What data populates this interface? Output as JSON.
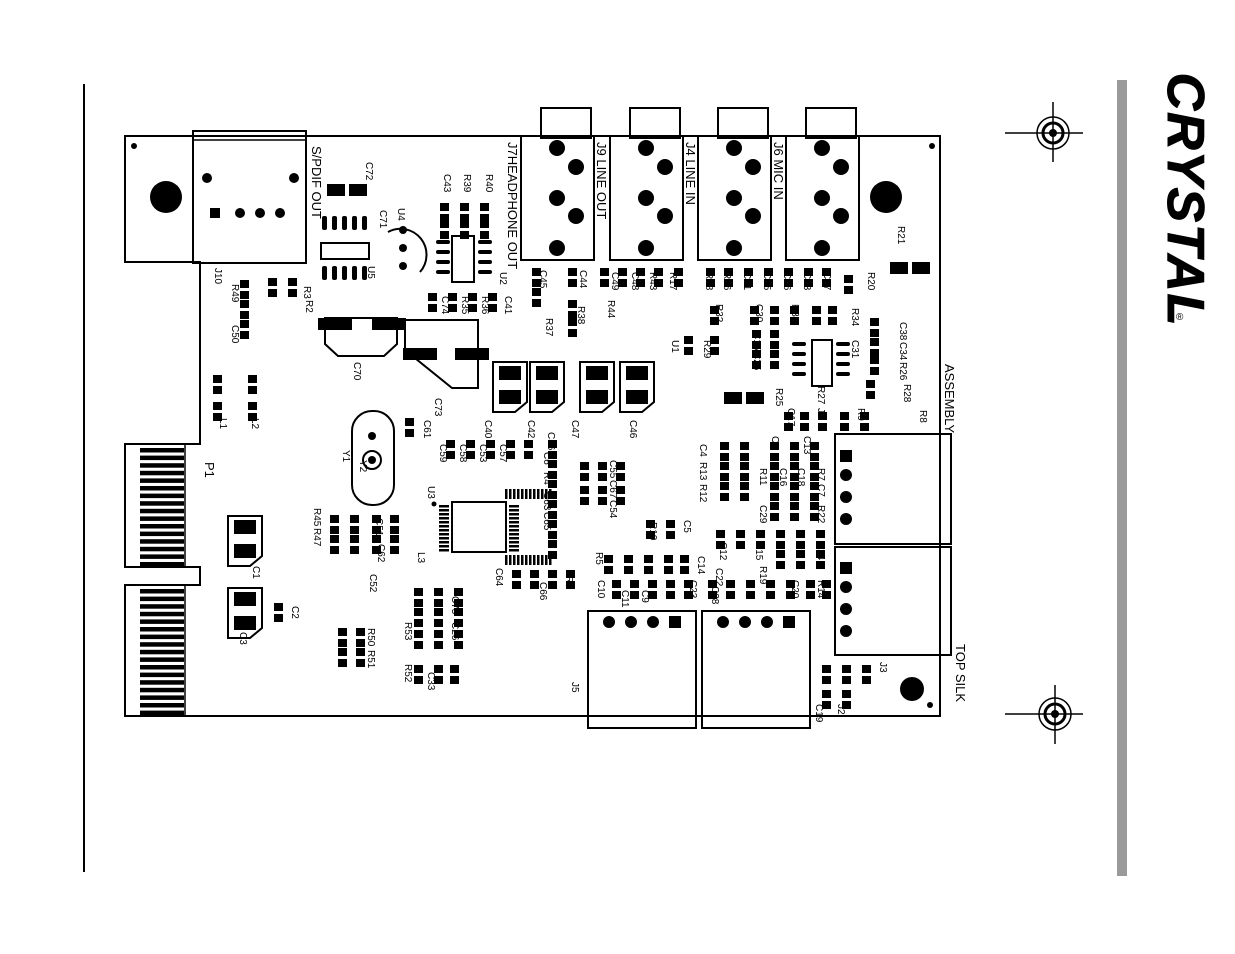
{
  "board": {
    "layer_title": "TOP SILK",
    "layer_subtitle": "ASSEMBLY"
  },
  "brand": {
    "logo_text": "CRYSTAL",
    "registered_mark": "®"
  },
  "connectors": {
    "spdif_label": "S/PDIF OUT",
    "headphone_label": "J7HEADPHONE OUT",
    "line_out_label": "J9 LINE OUT",
    "line_in_label": "J4 LINE IN",
    "mic_in_label": "J6 MIC IN",
    "p1_label": "P1"
  },
  "components": {
    "left": [
      "C72",
      "C71",
      "C43",
      "R39",
      "R40",
      "U4",
      "U5",
      "J10",
      "R49",
      "R3",
      "R2",
      "C50",
      "C70",
      "C73",
      "L1",
      "L2",
      "C61",
      "Y1",
      "Y2",
      "R45",
      "R47",
      "C51",
      "C62",
      "C52",
      "L3",
      "C1",
      "C2",
      "C3",
      "R50",
      "R51",
      "R53",
      "C75",
      "C26",
      "R52",
      "C33"
    ],
    "center": [
      "U2",
      "C41",
      "R36",
      "R35",
      "C74",
      "C45",
      "R37",
      "C44",
      "R38",
      "R44",
      "C40",
      "C42",
      "C47",
      "C46",
      "C56",
      "C59",
      "C58",
      "C53",
      "C57",
      "U3",
      "C6",
      "R4",
      "C63",
      "C65",
      "C55",
      "C67",
      "C54",
      "C64",
      "C66",
      "R6",
      "R10",
      "C5",
      "R5",
      "C10",
      "C11",
      "C9",
      "C14",
      "C22",
      "C23"
    ],
    "right": [
      "C49",
      "C48",
      "R43",
      "R17",
      "R18",
      "R16",
      "C21",
      "C35",
      "C36",
      "C33",
      "C37",
      "R20",
      "R21",
      "R32",
      "C30",
      "R33",
      "R34",
      "C38",
      "C34",
      "R26",
      "R28",
      "C15",
      "C25",
      "U1",
      "R29",
      "C31",
      "R27",
      "R25",
      "C17",
      "J1",
      "R9",
      "R8",
      "C8",
      "C13",
      "C4",
      "R13",
      "R12",
      "R11",
      "C16",
      "C18",
      "R7",
      "C7",
      "C29",
      "R22",
      "C12",
      "R15",
      "C24",
      "R19",
      "R14",
      "C20",
      "C28",
      "C19",
      "J2",
      "J3",
      "J5"
    ]
  }
}
